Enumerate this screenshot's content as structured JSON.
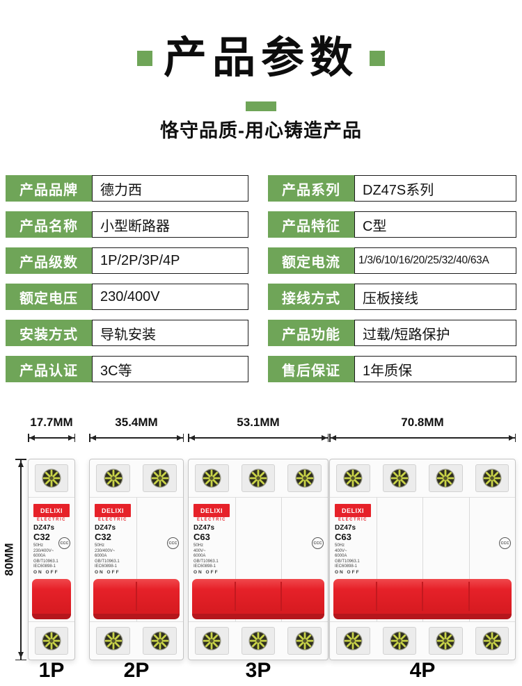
{
  "colors": {
    "green": "#6fa558",
    "red": "#e62129"
  },
  "header": {
    "title": "产品参数",
    "subtitle": "恪守品质-用心铸造产品"
  },
  "spec_table": {
    "left": [
      {
        "label": "产品品牌",
        "value": "德力西"
      },
      {
        "label": "产品名称",
        "value": "小型断路器"
      },
      {
        "label": "产品级数",
        "value": "1P/2P/3P/4P"
      },
      {
        "label": "额定电压",
        "value": "230/400V"
      },
      {
        "label": "安装方式",
        "value": "导轨安装"
      },
      {
        "label": "产品认证",
        "value": "3C等"
      }
    ],
    "right": [
      {
        "label": "产品系列",
        "value": "DZ47S系列"
      },
      {
        "label": "产品特征",
        "value": "C型"
      },
      {
        "label": "额定电流",
        "value": "1/3/6/10/16/20/25/32/40/63A"
      },
      {
        "label": "接线方式",
        "value": "压板接线"
      },
      {
        "label": "产品功能",
        "value": "过载/短路保护"
      },
      {
        "label": "售后保证",
        "value": "1年质保"
      }
    ]
  },
  "dimensions": {
    "height": "80MM"
  },
  "breaker_common": {
    "brand": "DELIXI",
    "brand_sub": "ELECTRIC",
    "cert_mark": "CCC",
    "on": "ON",
    "off": "OFF"
  },
  "breakers": [
    {
      "poles": 1,
      "width_label": "17.7MM",
      "pole_label": "1P",
      "model": "DZ47s",
      "rating": "C32",
      "specs": [
        "50Hz",
        "230/400V~",
        "6000A",
        "GB/T10963.1",
        "IEC60898-1"
      ]
    },
    {
      "poles": 2,
      "width_label": "35.4MM",
      "pole_label": "2P",
      "model": "DZ47s",
      "rating": "C32",
      "specs": [
        "50Hz",
        "230/400V~",
        "6000A",
        "GB/T10963.1",
        "IEC60898-1"
      ]
    },
    {
      "poles": 3,
      "width_label": "53.1MM",
      "pole_label": "3P",
      "model": "DZ47s",
      "rating": "C63",
      "specs": [
        "50Hz",
        "400V~",
        "6000A",
        "GB/T10963.1",
        "IEC60898-1"
      ]
    },
    {
      "poles": 4,
      "width_label": "70.8MM",
      "pole_label": "4P",
      "model": "DZ47s",
      "rating": "C63",
      "specs": [
        "50Hz",
        "400V~",
        "6000A",
        "GB/T10963.1",
        "IEC60898-1"
      ]
    }
  ]
}
